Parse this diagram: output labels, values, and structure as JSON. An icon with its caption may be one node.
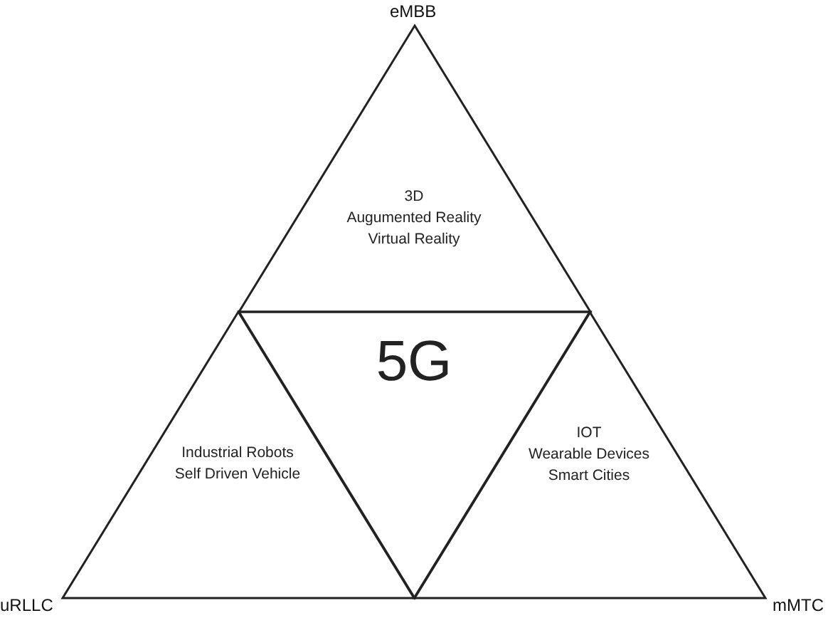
{
  "diagram": {
    "nodes": [
      {
        "text": [
          "3D",
          "Augumented Reality",
          "Virtual Reality"
        ],
        "beside": [
          "eMBB"
        ]
      },
      {
        "text": [
          "5G"
        ]
      },
      {
        "text": [
          "Industrial Robots",
          "Self Driven Vehicle"
        ],
        "beside": [
          "uRLLC"
        ]
      },
      {
        "text": [
          "IOT",
          "Wearable Devices",
          "Smart Cities"
        ],
        "beside": [
          "mMTC"
        ]
      }
    ]
  }
}
